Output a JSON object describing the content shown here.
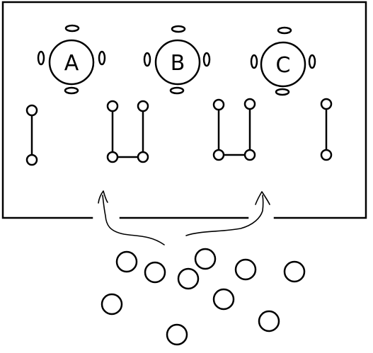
{
  "labels": {
    "a": "A",
    "b": "B",
    "c": "C"
  },
  "colors": {
    "stroke": "#000000",
    "fill": "#ffffff"
  }
}
